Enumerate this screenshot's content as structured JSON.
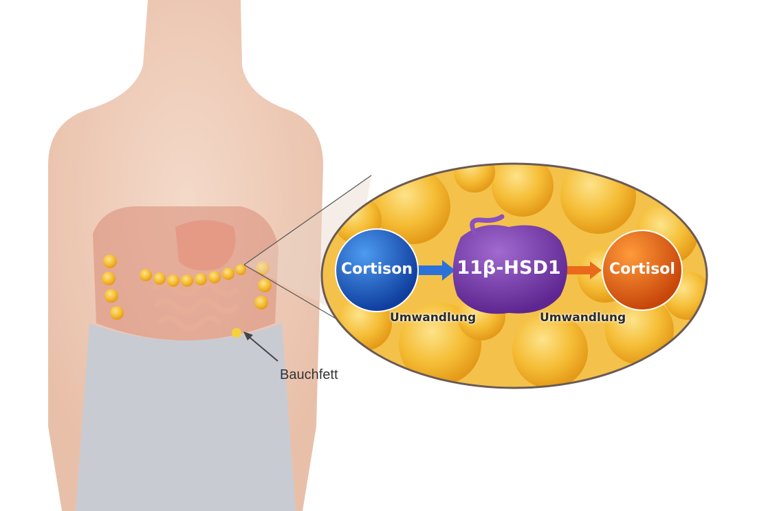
{
  "diagram": {
    "fat_label": "Bauchfett",
    "pathway": {
      "substrate": "Cortison",
      "enzyme": "11β-HSD1",
      "product": "Cortisol",
      "step1_label": "Umwandlung",
      "step2_label": "Umwandlung"
    },
    "colors": {
      "substrate": "#1f5fc8",
      "enzyme": "#7a3aa6",
      "product": "#e0620e",
      "fat": "#f2b430",
      "skin": "#efcbb6"
    }
  }
}
